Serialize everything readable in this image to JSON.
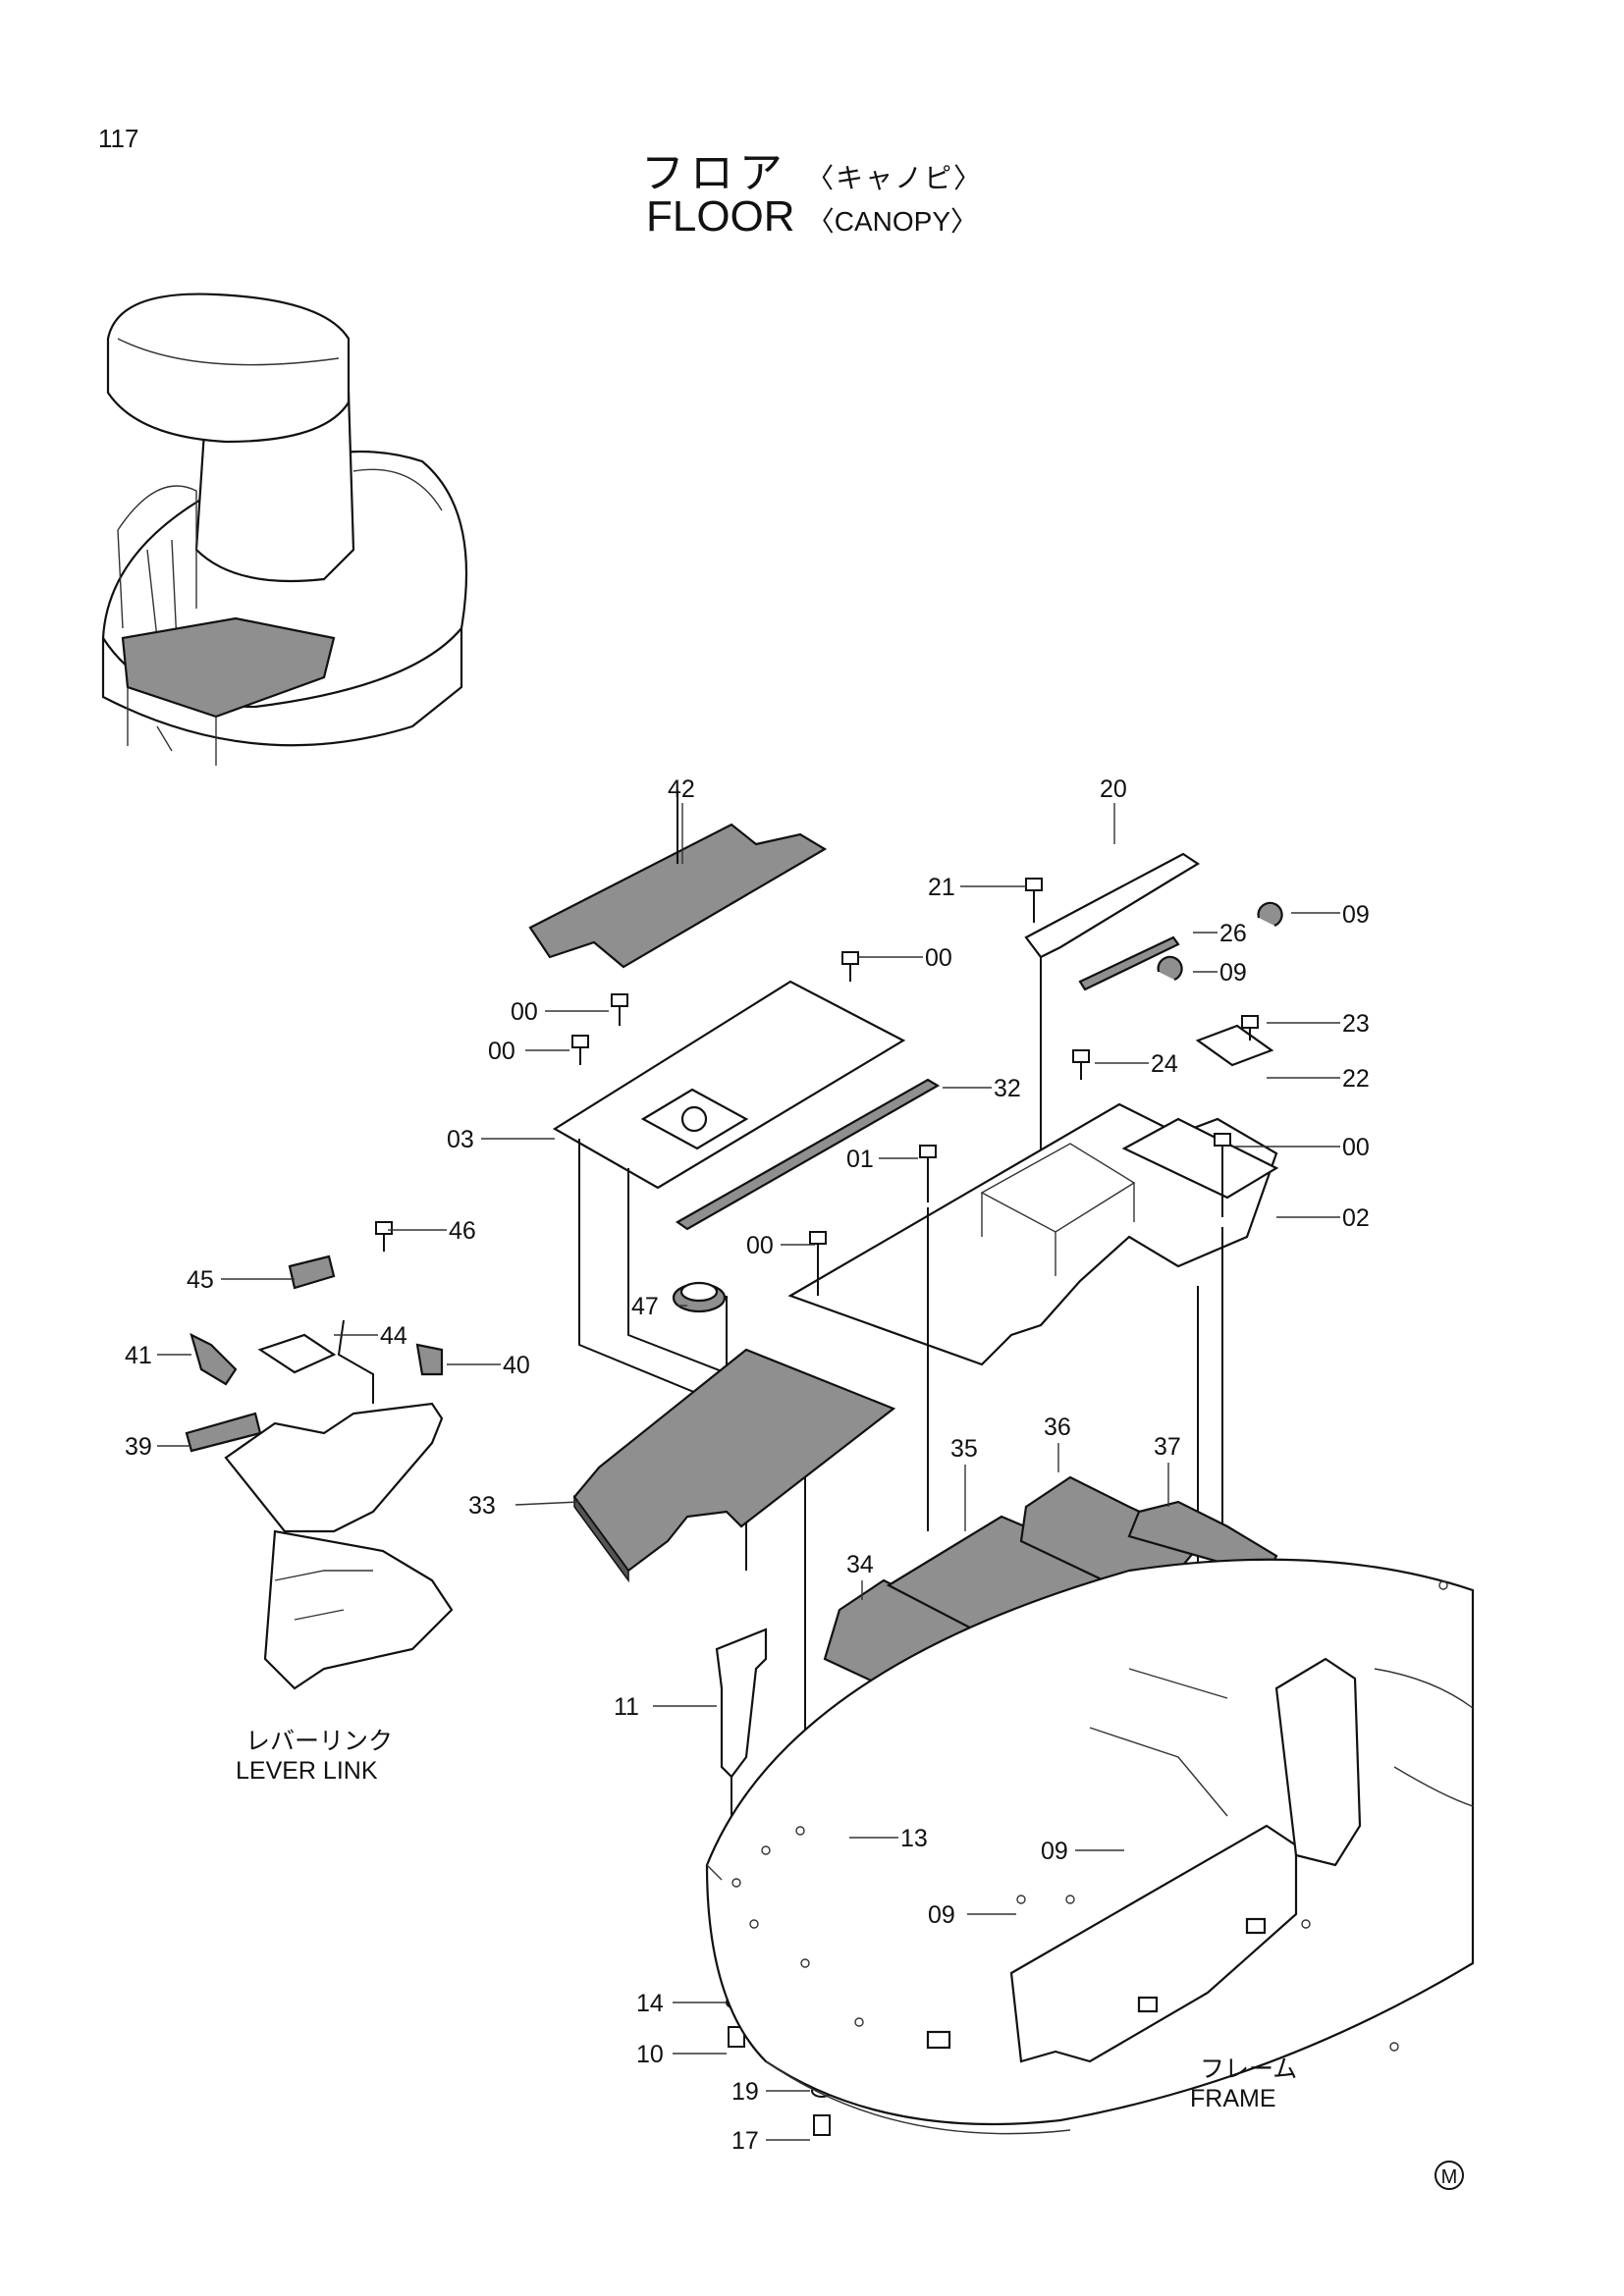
{
  "page_number": "117",
  "title": {
    "jp": "フロア",
    "jp_sub": "〈キャノピ〉",
    "en": "FLOOR",
    "en_sub": "〈CANOPY〉"
  },
  "callouts": [
    "42",
    "20",
    "21",
    "09",
    "26",
    "09",
    "00",
    "00",
    "00",
    "23",
    "24",
    "22",
    "32",
    "03",
    "01",
    "00",
    "02",
    "00",
    "46",
    "45",
    "47",
    "44",
    "41",
    "40",
    "39",
    "33",
    "36",
    "35",
    "37",
    "34",
    "11",
    "13",
    "09",
    "09",
    "14",
    "10",
    "19",
    "17"
  ],
  "captions": {
    "lever_link_jp": "レバーリンク",
    "lever_link_en": "LEVER LINK",
    "frame_jp": "フレーム",
    "frame_en": "FRAME"
  },
  "mark": "M"
}
